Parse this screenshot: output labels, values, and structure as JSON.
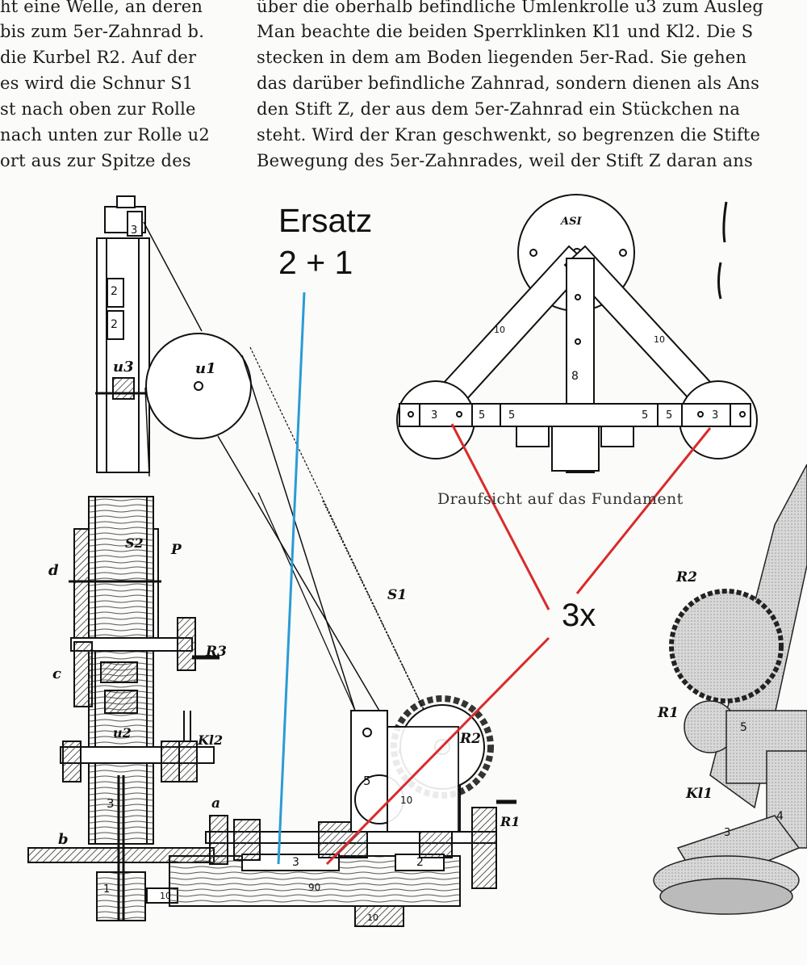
{
  "text_left": [
    "ht eine Welle, an deren",
    "bis zum 5er-Zahnrad b.",
    "die Kurbel R2. Auf der",
    "es wird die Schnur S1",
    "st nach oben zur Rolle",
    "nach unten zur Rolle u2",
    "ort aus zur Spitze des"
  ],
  "text_right": [
    "über die oberhalb befindliche Umlenkrolle u3 zum Ausleg",
    "Man beachte die beiden Sperrklinken Kl1 und Kl2. Die S",
    "stecken in dem am Boden liegenden 5er-Rad. Sie gehen",
    "das darüber befindliche Zahnrad, sondern dienen als Ans",
    "den Stift Z, der aus dem 5er-Zahnrad ein Stückchen na",
    "steht. Wird der Kran geschwenkt, so begrenzen die Stifte",
    "Bewegung des 5er-Zahnrades, weil der Stift Z daran ans"
  ],
  "caption": "Draufsicht auf das Fundament",
  "annotations": {
    "ersatz_line1": "Ersatz",
    "ersatz_line2": "2 + 1",
    "count": "3x",
    "blue_color": "#2a9bd6",
    "red_color": "#d92b2b"
  },
  "part_labels": {
    "u1": "u1",
    "u2": "u2",
    "u3": "u3",
    "S1": "S1",
    "S2": "S2",
    "P": "P",
    "d": "d",
    "c": "c",
    "a": "a",
    "b": "b",
    "R1": "R1",
    "R2": "R2",
    "R3": "R3",
    "Kl1": "Kl1",
    "Kl2": "Kl2",
    "ASI": "ASI"
  }
}
